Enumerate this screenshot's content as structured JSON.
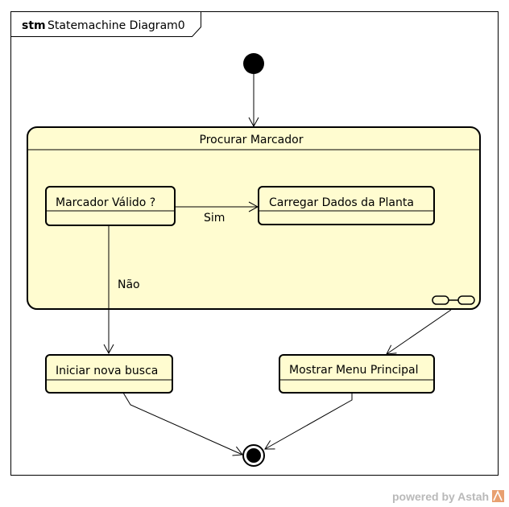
{
  "frame": {
    "keyword": "stm",
    "name": "Statemachine Diagram0"
  },
  "states": {
    "composite": "Procurar Marcador",
    "validate": "Marcador Válido ?",
    "load": "Carregar Dados da Planta",
    "new_search": "Iniciar nova busca",
    "menu": "Mostrar Menu Principal"
  },
  "transitions": {
    "yes": "Sim",
    "no": "Não"
  },
  "footer": {
    "powered_by": "powered by Astah"
  },
  "colors": {
    "state_fill": "#fffcd0",
    "logo_orange": "#e8a070"
  }
}
